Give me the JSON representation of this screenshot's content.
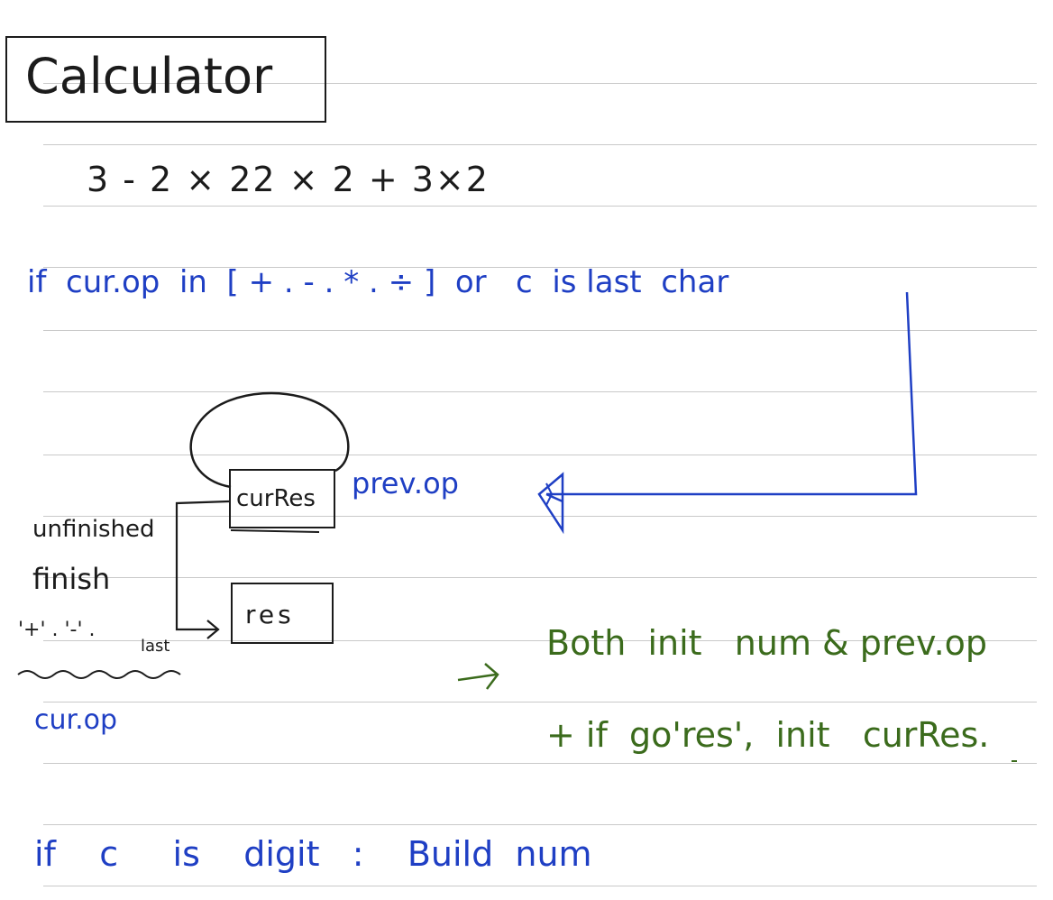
{
  "title": "Calculator",
  "expression": "3 - 2 × 22 × 2 + 3×2",
  "condition_op": "if  cur.op  in  [ + . - . * . ÷ ]  or   c  is last  char",
  "diagram": {
    "cur_res": "curRes",
    "res": "res",
    "prev_op": "prev.op",
    "unfinished": "unfinished",
    "finish": "finish",
    "ops_plus_minus": "'+' . '-' .",
    "last": "last",
    "cur_op": "cur.op"
  },
  "note_line1": "Both  init   num & prev.op",
  "note_line2": "+ if  go'res',  init   curRes.",
  "condition_digit": "if    c     is    digit   :    Build  num",
  "colors": {
    "blue": "#1f3fc4",
    "green": "#3b6b1c",
    "black": "#1b1b1b",
    "rule": "#c9c9c9"
  }
}
